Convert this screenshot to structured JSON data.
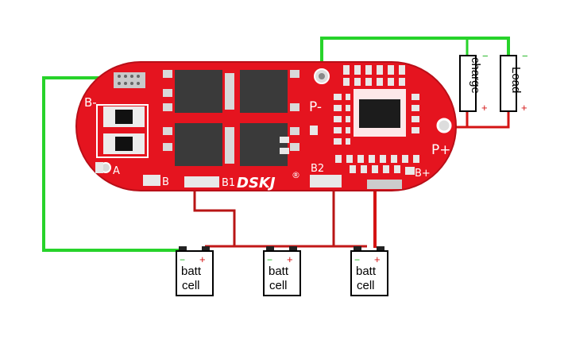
{
  "board": {
    "brand": "DSKJ",
    "registered": "®",
    "pads": {
      "b_minus": "B-",
      "p_minus": "P-",
      "p_plus": "P+",
      "a": "A",
      "b": "B",
      "b1": "B1",
      "b2": "B2",
      "b_plus": "B+"
    }
  },
  "loads": {
    "charge": "charge",
    "load": "Load"
  },
  "cells": [
    {
      "line1": "batt",
      "line2": "cell"
    },
    {
      "line1": "batt",
      "line2": "cell"
    },
    {
      "line1": "batt",
      "line2": "cell"
    }
  ],
  "polarity": {
    "minus": "−",
    "plus": "+"
  },
  "colors": {
    "pcb": "#e5141f",
    "pcb_dark": "#b80f18",
    "green_wire": "#27d32a",
    "red_wire": "#d41414",
    "mosfet": "#3a3a3a",
    "silk": "#ffffff"
  }
}
